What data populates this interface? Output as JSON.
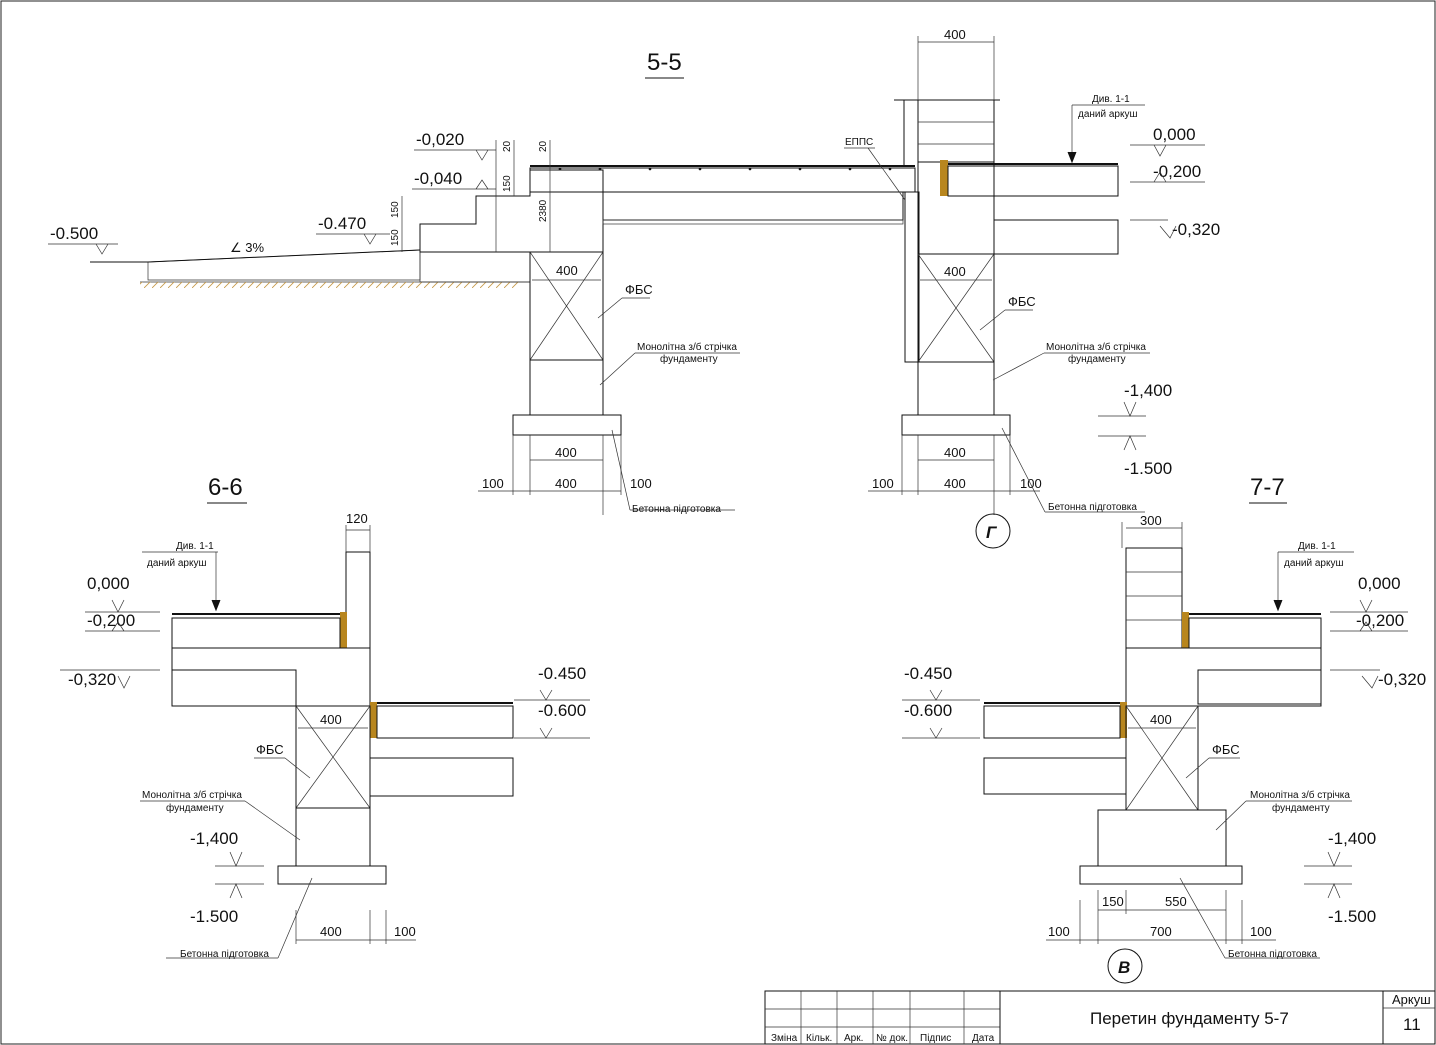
{
  "sections": {
    "s55": {
      "title": "5-5"
    },
    "s66": {
      "title": "6-6"
    },
    "s77": {
      "title": "7-7"
    }
  },
  "levels": {
    "m0020": "-0,020",
    "m0040": "-0,040",
    "m0470": "-0.470",
    "m0500": "-0.500",
    "z0000": "0,000",
    "m0200": "-0,200",
    "m0320": "-0,320",
    "m1400": "-1,400",
    "m1500": "-1.500",
    "m0450": "-0.450",
    "m0600": "-0.600"
  },
  "dims": {
    "d400": "400",
    "d100": "100",
    "d120": "120",
    "d300": "300",
    "d150": "150",
    "d550": "550",
    "d700": "700",
    "d20": "20",
    "d2380": "2380"
  },
  "labels": {
    "fbs": "ФБС",
    "epps": "ЕППС",
    "slope": "3%",
    "mono1": "Монолітна з/б  стрічка",
    "mono2": "фундаменту",
    "concrete": "Бетонна підготовка",
    "see1": "Див. 1-1",
    "see2": "даний аркуш",
    "axis_g": "Г",
    "axis_v": "В"
  },
  "title_block": {
    "cols": [
      "Зміна",
      "Кільк.",
      "Арк.",
      "№ док.",
      "Підпис",
      "Дата"
    ],
    "title": "Перетин фундаменту 5-7",
    "sheet_label": "Аркуш",
    "sheet_no": "11"
  },
  "colors": {
    "gravel": "#d8b25a",
    "concrete": "#f3ecd9",
    "hatch": "#c08a30",
    "line": "#111111"
  }
}
